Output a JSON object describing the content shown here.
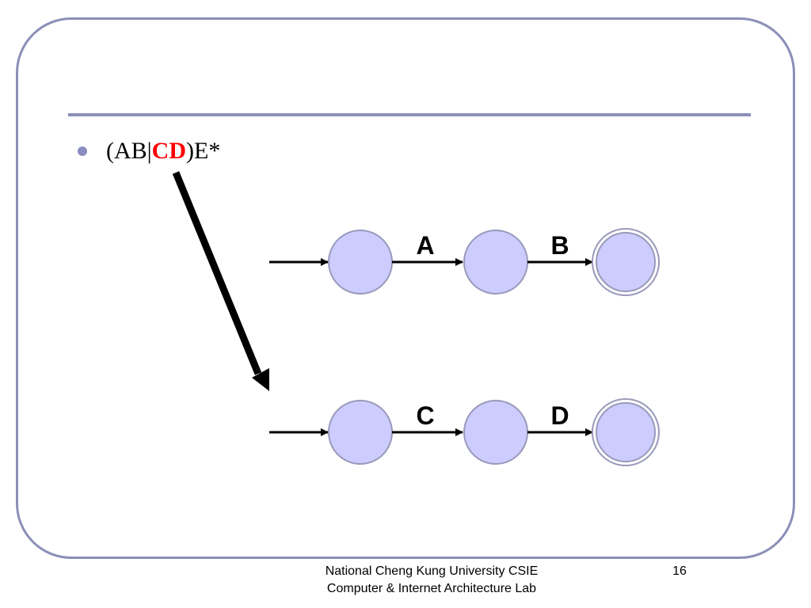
{
  "slide": {
    "bullet": {
      "pre": "(AB|",
      "highlight": "CD",
      "post": ")E*"
    },
    "diagram": {
      "upper_labels": [
        "A",
        "B"
      ],
      "lower_labels": [
        "C",
        "D"
      ]
    },
    "footer": {
      "line1": "National Cheng Kung University CSIE",
      "line2": "Computer & Internet Architecture Lab",
      "page_number": "16"
    }
  },
  "colors": {
    "frame": "#8C8FB8",
    "state_fill": "#CCCCFF",
    "state_stroke": "#9999BB",
    "highlight": "#FF0000"
  }
}
